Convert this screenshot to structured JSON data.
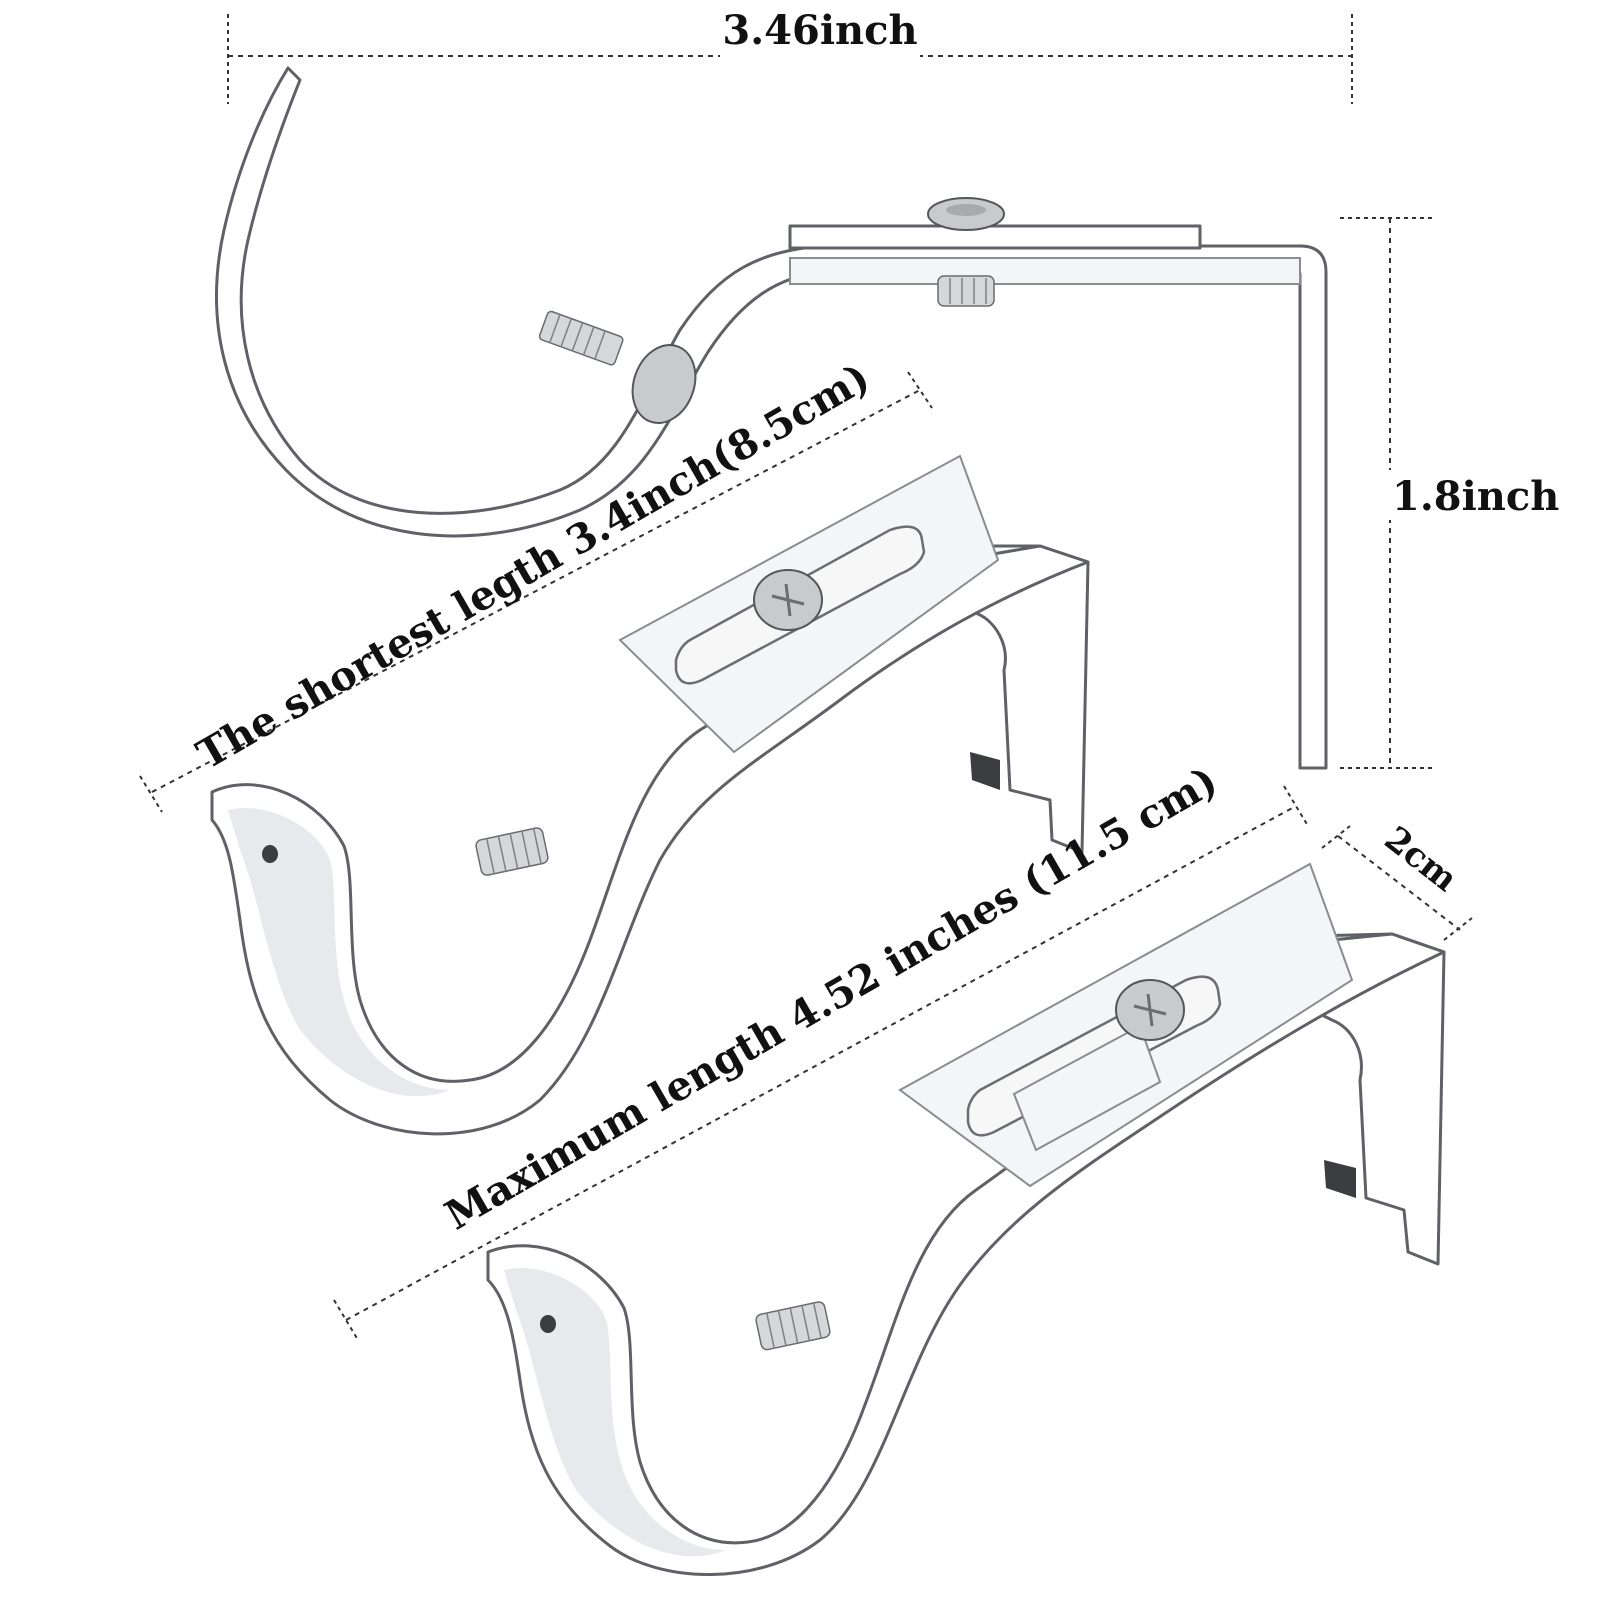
{
  "dimensions": {
    "top_width": "3.46inch",
    "height": "1.8inch",
    "shortest_length": "The shortest legth 3.4inch(8.5cm)",
    "maximum_length": "Maximum length 4.52 inches (11.5 cm)",
    "depth": "2cm"
  },
  "colors": {
    "bracket": "#ffffff",
    "outline": "#5f6166",
    "screw": "#c8cace",
    "text": "#111111",
    "background": "#ffffff"
  },
  "products": [
    {
      "name": "curtain-rod-bracket",
      "view": "side"
    },
    {
      "name": "curtain-rod-bracket",
      "view": "perspective"
    },
    {
      "name": "curtain-rod-bracket",
      "view": "perspective"
    }
  ]
}
